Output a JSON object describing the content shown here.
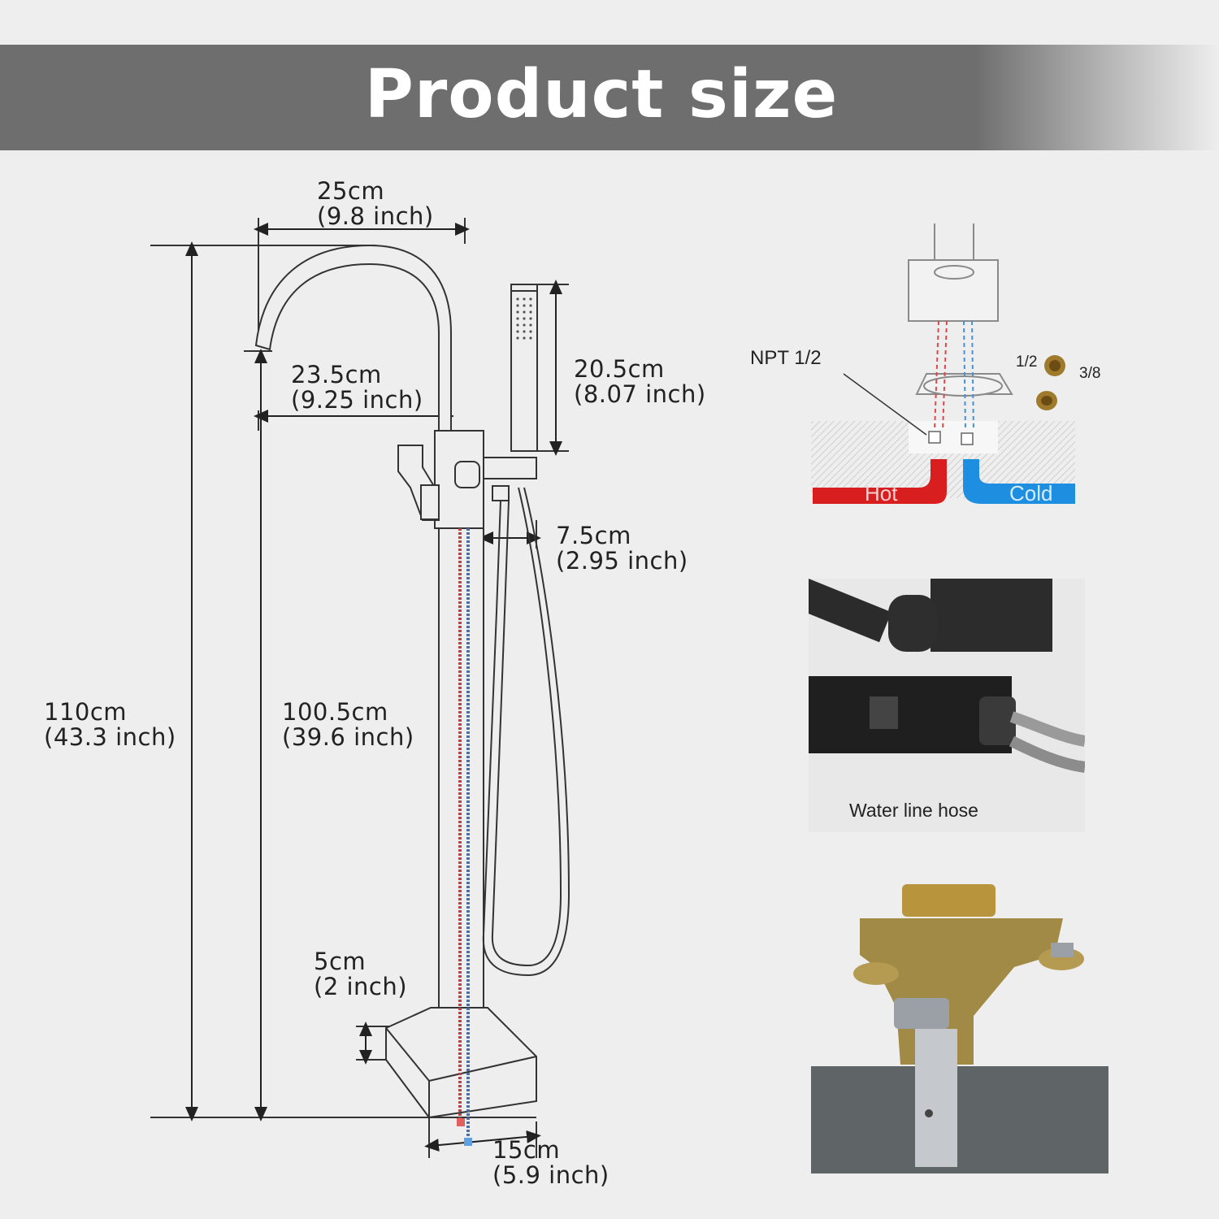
{
  "title": "Product size",
  "dimensions": {
    "spout_width": {
      "cm": "25cm",
      "inch": "(9.8 inch)"
    },
    "spout_reach": {
      "cm": "23.5cm",
      "inch": "(9.25 inch)"
    },
    "handshower_length": {
      "cm": "20.5cm",
      "inch": "(8.07 inch)"
    },
    "holder_offset": {
      "cm": "7.5cm",
      "inch": "(2.95 inch)"
    },
    "total_height": {
      "cm": "110cm",
      "inch": "(43.3 inch)"
    },
    "spout_height": {
      "cm": "100.5cm",
      "inch": "(39.6 inch)"
    },
    "base_height": {
      "cm": "5cm",
      "inch": "(2 inch)"
    },
    "base_width": {
      "cm": "15cm",
      "inch": "(5.9 inch)"
    }
  },
  "install_diagram": {
    "npt_label": "NPT 1/2",
    "adapter_small": "1/2",
    "adapter_large": "3/8",
    "hot_label": "Hot",
    "cold_label": "Cold",
    "hot_color": "#d81e1e",
    "cold_color": "#1e8ee0"
  },
  "hose_photo": {
    "caption": "Water line hose"
  },
  "colors": {
    "banner": "#6e6e6e",
    "background": "#eeeeee",
    "line": "#333333"
  }
}
